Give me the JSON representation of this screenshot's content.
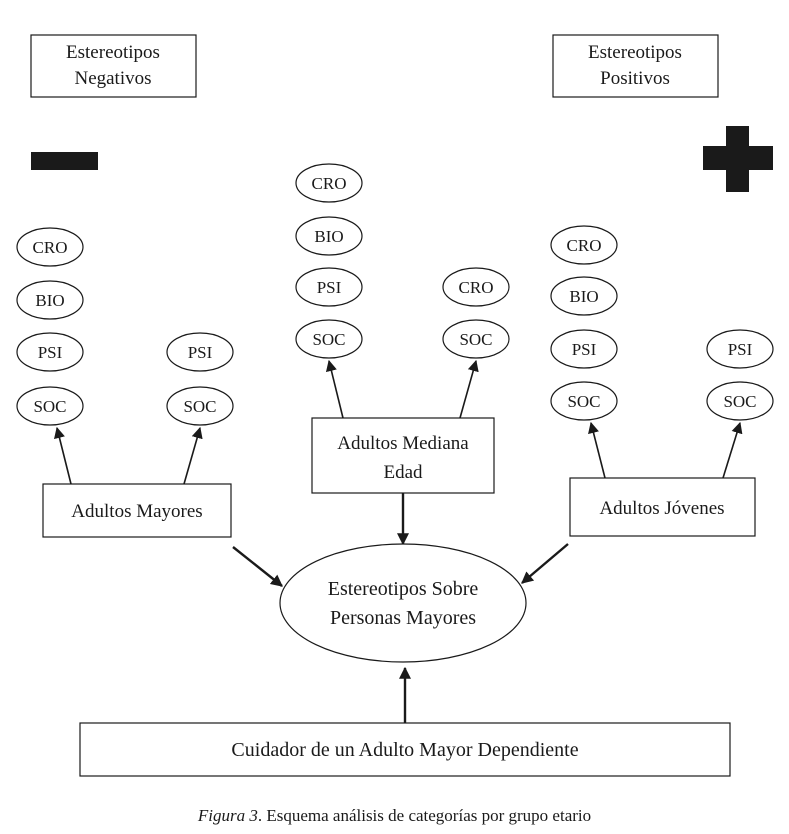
{
  "stereotypes": {
    "negative": [
      "Estereotipos",
      "Negativos"
    ],
    "positive": [
      "Estereotipos",
      "Positivos"
    ]
  },
  "groups": {
    "mayores": "Adultos Mayores",
    "mediana": [
      "Adultos Mediana",
      "Edad"
    ],
    "jovenes": "Adultos Jóvenes"
  },
  "central": [
    "Estereotipos Sobre",
    "Personas Mayores"
  ],
  "caregiver": "Cuidador de un Adulto Mayor Dependiente",
  "categories": {
    "cro": "CRO",
    "bio": "BIO",
    "psi": "PSI",
    "soc": "SOC"
  },
  "caption": {
    "figure_label": "Figura 3",
    "text": ". Esquema análisis de categorías por grupo etario"
  }
}
